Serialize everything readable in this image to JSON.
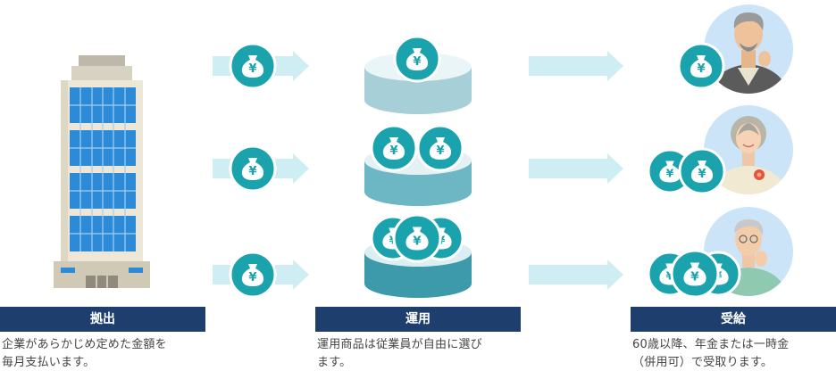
{
  "currency_symbol": "¥",
  "colors": {
    "teal": "#1aa3ad",
    "arrow": "#cfeef3",
    "label_bg": "#1e3f6e",
    "text": "#444444"
  },
  "steps": [
    {
      "title": "拠出",
      "description": "企業があらかじめ定めた金額を\n毎月支払います。"
    },
    {
      "title": "運用",
      "description": "運用商品は従業員が自由に選び\nます。"
    },
    {
      "title": "受給",
      "description": "60歳以降、年金または一時金\n（併用可）で受取ります。"
    }
  ]
}
